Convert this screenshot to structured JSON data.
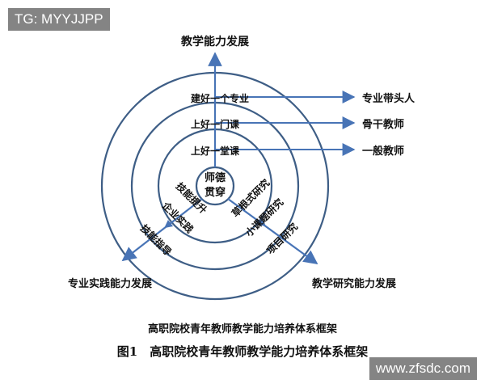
{
  "watermarks": {
    "top_left": "TG: MYYJJPP",
    "bottom_right": "www.zfsdc.com"
  },
  "diagram": {
    "center": "师德贯穿",
    "top_goal": "教学能力发展",
    "left_goal": "专业实践能力发展",
    "right_goal": "教学研究能力发展",
    "ring_levels": [
      "上好一堂课",
      "上好一门课",
      "建好一个专业"
    ],
    "teacher_types": [
      "一般教师",
      "骨干教师",
      "专业带头人"
    ],
    "left_levels": [
      "技能提升",
      "企业实践",
      "技能指导"
    ],
    "right_levels": [
      "草根式研究",
      "小课题研究",
      "项目研究"
    ],
    "colors": {
      "line": "#3e5e86",
      "arrow": "#4874b6"
    }
  },
  "caption": {
    "small": "高职院校青年教师教学能力培养体系框架",
    "main": "图1　高职院校青年教师教学能力培养体系框架"
  }
}
